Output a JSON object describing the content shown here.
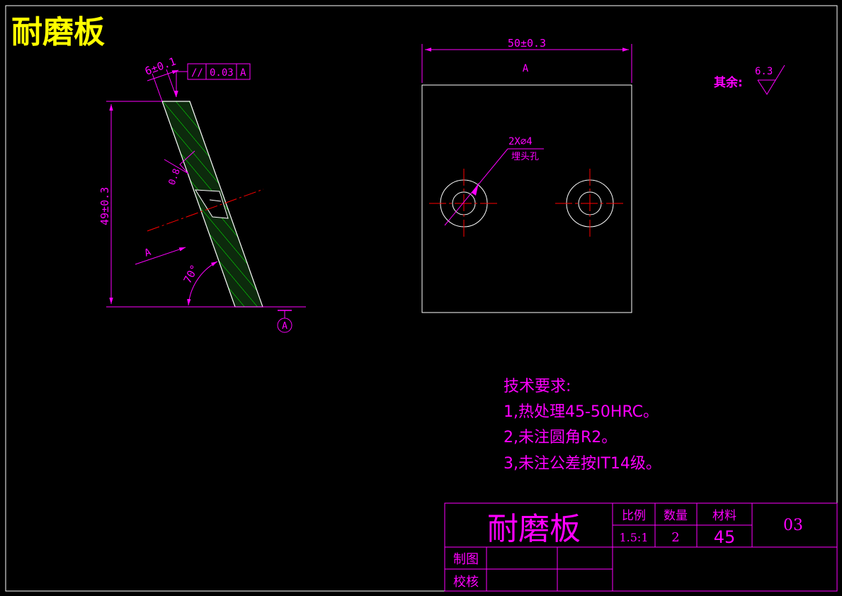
{
  "page_title": "耐磨板",
  "colors": {
    "background": "#000000",
    "title": "#ffff00",
    "dimension": "#ff00ff",
    "outline": "#ffffff",
    "centerline": "#ff0000",
    "hatch": "#00ff00",
    "section_fill": "#0d2a0d"
  },
  "side_view": {
    "thickness_dim": "6±0.1",
    "height_dim": "49±0.3",
    "roughness": "0.8",
    "view_arrow_label": "A",
    "angle": "70°",
    "datum_label": "A",
    "gdt": {
      "symbol": "//",
      "tolerance": "0.03",
      "datum": "A"
    }
  },
  "front_view": {
    "width_dim": "50±0.3",
    "view_label": "A",
    "hole_spec_line1": "2X⌀4",
    "hole_spec_line2": "埋头孔"
  },
  "surface_finish": {
    "label": "其余:",
    "value": "6.3"
  },
  "notes": {
    "heading": "技术要求:",
    "items": [
      "1,热处理45-50HRC。",
      "2,未注圆角R2。",
      "3,未注公差按IT14级。"
    ]
  },
  "title_block": {
    "part_name": "耐磨板",
    "scale_label": "比例",
    "qty_label": "数量",
    "material_label": "材料",
    "scale_value": "1.5:1",
    "qty_value": "2",
    "material_value": "45",
    "drawing_no": "03",
    "drawn_label": "制图",
    "checked_label": "校核"
  }
}
